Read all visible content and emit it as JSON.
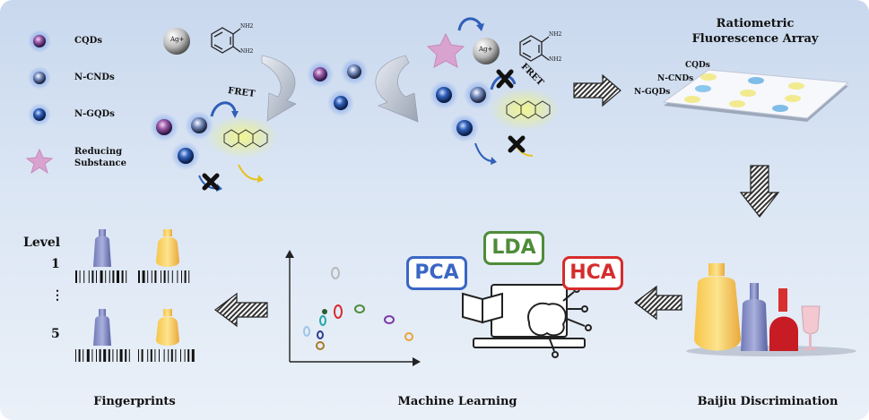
{
  "legend": {
    "items": [
      {
        "label": "CQDs",
        "color": "#9b5aa8"
      },
      {
        "label": "N-CNDs",
        "color": "#6a86c0"
      },
      {
        "label": "N-GQDs",
        "color": "#2f5fb8"
      },
      {
        "label": "Reducing Substance",
        "line1": "Reducing",
        "line2": "Substance",
        "color": "#d9a3cf"
      }
    ]
  },
  "reaction": {
    "silver_label": "Ag+",
    "amine_label": "NH2",
    "fret_label": "FRET"
  },
  "array": {
    "title_line1": "Ratiometric",
    "title_line2": "Fluorescence Array",
    "rows": [
      "CQDs",
      "N-CNDs",
      "N-GQDs"
    ]
  },
  "fingerprints": {
    "level_heading": "Level",
    "levels": [
      "1",
      "⋮",
      "5"
    ],
    "caption": "Fingerprints"
  },
  "machine_learning": {
    "methods": [
      {
        "label": "PCA",
        "color": "#3a66c4"
      },
      {
        "label": "LDA",
        "color": "#4e8c3a"
      },
      {
        "label": "HCA",
        "color": "#d62c2c"
      }
    ],
    "caption": "Machine Learning"
  },
  "baijiu": {
    "caption": "Baijiu Discrimination"
  },
  "colors": {
    "arrow": "#333333",
    "fret_glow": "#e8ee7a",
    "background": "#d4e0f1"
  }
}
